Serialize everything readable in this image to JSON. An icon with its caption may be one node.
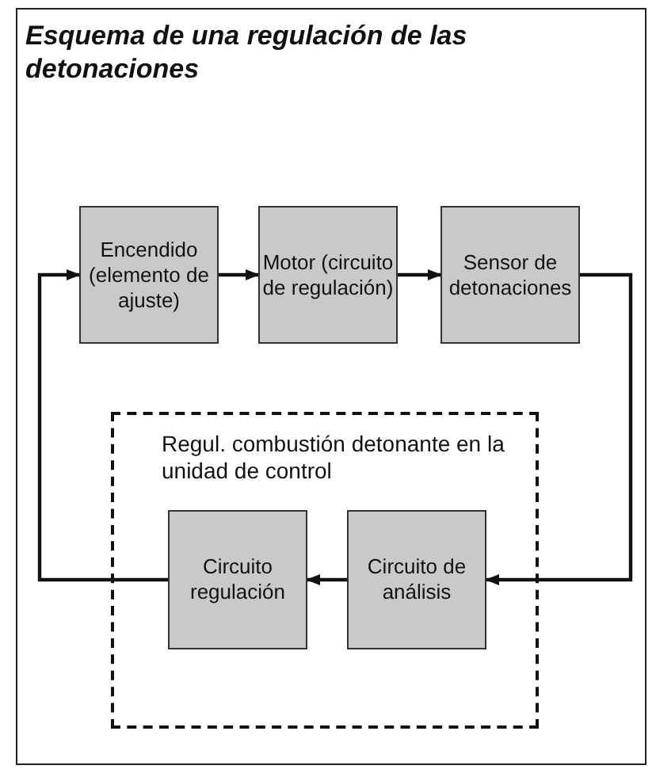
{
  "diagram": {
    "title": "Esquema de una regulación de las detonaciones",
    "nodes": [
      {
        "text": [
          "Encendido (elemento de ajuste)"
        ]
      },
      {
        "text": [
          "Motor (circuito de regulación)"
        ]
      },
      {
        "text": [
          "Sensor de detonaciones"
        ]
      },
      {
        "text": [
          "Regul. combustión detonante en la unidad de control"
        ]
      },
      {
        "text": [
          "Circuito regulación"
        ],
        "in": 3
      },
      {
        "text": [
          "Circuito de análisis"
        ],
        "in": 3
      }
    ],
    "edges": [
      {
        "from": 0,
        "to": 1,
        "arrow": "to"
      },
      {
        "from": 1,
        "to": 2,
        "arrow": "to"
      },
      {
        "from": 2,
        "to": 5,
        "arrow": "to"
      },
      {
        "from": 5,
        "to": 4,
        "arrow": "to"
      },
      {
        "from": 4,
        "to": 0,
        "arrow": "to"
      }
    ]
  }
}
